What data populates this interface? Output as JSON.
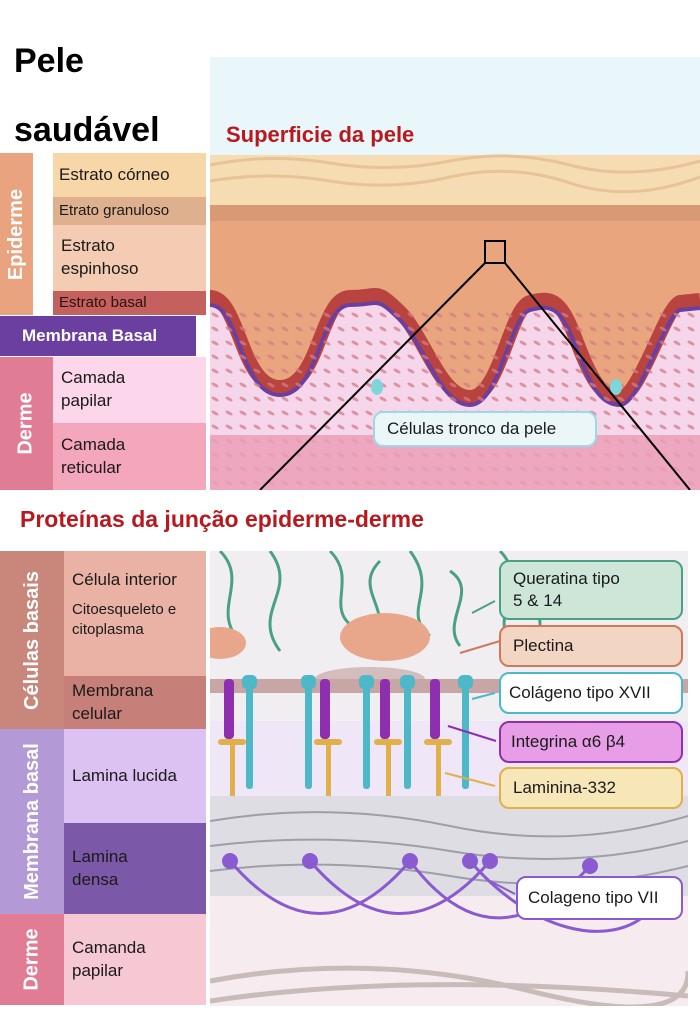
{
  "top": {
    "title_line1": "Pele",
    "title_line2": "saudável",
    "surface_label": "Superficie da pele",
    "stem_cells_label": "Células tronco da pele",
    "epiderme_label": "Epiderme",
    "derme_label": "Derme",
    "membrana_basal_label": "Membrana Basal",
    "layers": {
      "estrato_corneo": "Estrato córneo",
      "estrato_granuloso": "Etrato granuloso",
      "estrato_espinhoso_1": "Estrato",
      "estrato_espinhoso_2": "espinhoso",
      "estrato_basal": "Estrato basal",
      "camada_papilar_1": "Camada",
      "camada_papilar_2": "papilar",
      "camada_reticular_1": "Camada",
      "camada_reticular_2": "reticular"
    }
  },
  "bottom": {
    "title": "Proteínas da junção epiderme-derme",
    "celulas_basais_label": "Células basais",
    "membrana_basal_label": "Membrana basal",
    "derme_label": "Derme",
    "rows": {
      "celula_interior": "Célula interior",
      "citoesqueleto_1": "Citoesqueleto e",
      "citoesqueleto_2": "citoplasma",
      "membrana_celular_1": "Membrana",
      "membrana_celular_2": "celular",
      "lamina_lucida": "Lamina lucida",
      "lamina_densa_1": "Lamina",
      "lamina_densa_2": "densa",
      "camanda_papilar_1": "Camanda",
      "camanda_papilar_2": "papilar"
    },
    "callouts": {
      "queratina_1": "Queratina tipo",
      "queratina_2": "5 & 14",
      "plectina": "Plectina",
      "colageno_xvii": "Colágeno tipo XVII",
      "integrina": "Integrina α6 β4",
      "laminina": "Laminina-332",
      "colageno_vii": "Colageno tipo VII"
    }
  },
  "colors": {
    "title_red": "#b8191f",
    "epiderme_orange": "#e9a37f",
    "derme_pink": "#e07c94",
    "membrana_purple": "#6b3fa0",
    "keratin_green": "#4aa084",
    "plectin_salmon": "#e8b092",
    "collagen_xvii_cyan": "#4db8c8",
    "integrin_purple": "#8e2fb0",
    "laminin_gold": "#e0b04a",
    "collagen_vii_violet": "#8a5ad0"
  }
}
